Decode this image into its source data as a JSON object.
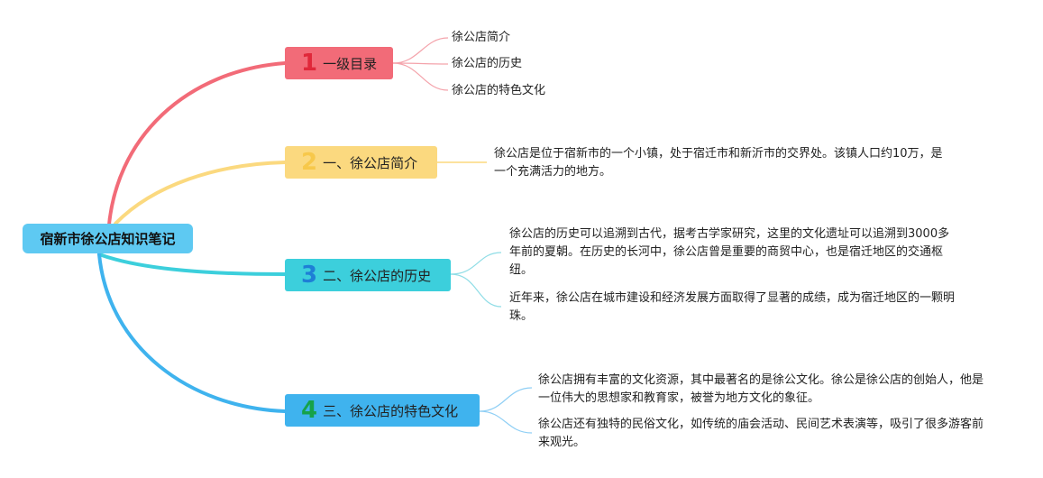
{
  "root": {
    "label": "宿新市徐公店知识笔记",
    "color": "#5ec9f2"
  },
  "branches": [
    {
      "number": "1",
      "label": "一级目录",
      "color": "#f26b78",
      "number_color": "#e0283a",
      "children": [
        "徐公店简介",
        "徐公店的历史",
        "徐公店的特色文化"
      ]
    },
    {
      "number": "2",
      "label": "一、徐公店简介",
      "color": "#fbd97f",
      "number_color": "#f7c84a",
      "children": [
        "徐公店是位于宿新市的一个小镇，处于宿迁市和新沂市的交界处。该镇人口约10万，是一个充满活力的地方。"
      ]
    },
    {
      "number": "3",
      "label": "二、徐公店的历史",
      "color": "#3ccfdc",
      "number_color": "#1e7fd6",
      "children": [
        "徐公店的历史可以追溯到古代，据考古学家研究，这里的文化遗址可以追溯到3000多年前的夏朝。在历史的长河中，徐公店曾是重要的商贸中心，也是宿迁地区的交通枢纽。",
        "近年来，徐公店在城市建设和经济发展方面取得了显著的成绩，成为宿迁地区的一颗明珠。"
      ]
    },
    {
      "number": "4",
      "label": "三、徐公店的特色文化",
      "color": "#3fb3ee",
      "number_color": "#16a24a",
      "children": [
        "徐公店拥有丰富的文化资源，其中最著名的是徐公文化。徐公是徐公店的创始人，他是一位伟大的思想家和教育家，被誉为地方文化的象征。",
        "徐公店还有独特的民俗文化，如传统的庙会活动、民间艺术表演等，吸引了很多游客前来观光。"
      ]
    }
  ]
}
